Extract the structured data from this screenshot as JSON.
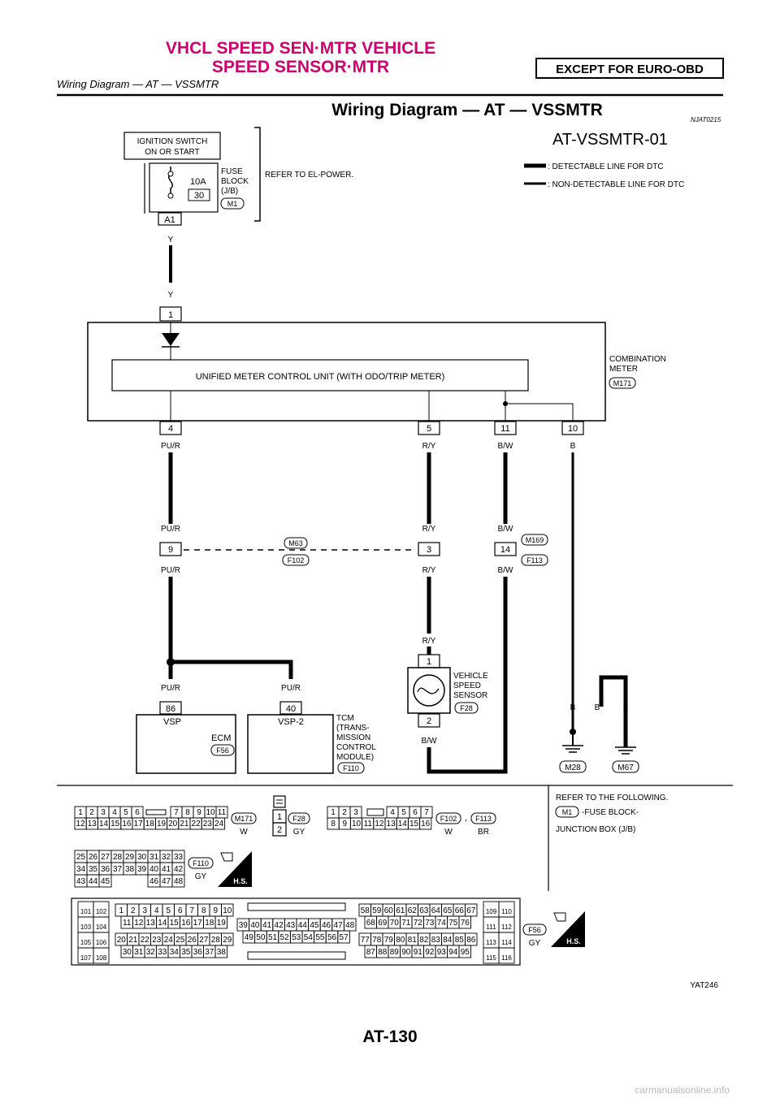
{
  "header": {
    "title_line1": "VHCL SPEED SEN·MTR VEHICLE",
    "title_line2": "SPEED SENSOR·MTR",
    "badge": "EXCEPT FOR EURO-OBD",
    "subtitle": "Wiring Diagram — AT — VSSMTR"
  },
  "section": {
    "title": "Wiring Diagram — AT — VSSMTR",
    "ref_code": "NJAT0215"
  },
  "diagram": {
    "id": "AT-VSSMTR-01",
    "legend": [
      ": DETECTABLE LINE FOR DTC",
      ": NON-DETECTABLE LINE FOR DTC"
    ],
    "ignition": [
      "IGNITION SWITCH",
      "ON OR START"
    ],
    "fuse": {
      "rating": "10A",
      "number": "30",
      "label": [
        "FUSE",
        "BLOCK",
        "(J/B)"
      ],
      "connector": "M1",
      "terminal": "A1"
    },
    "refer_power": "REFER TO EL-POWER.",
    "wire_y": "Y",
    "combination_meter": {
      "label": [
        "COMBINATION",
        "METER"
      ],
      "connector": "M171",
      "unit": "UNIFIED METER CONTROL UNIT (WITH ODO/TRIP METER)",
      "terminal_in": "1",
      "terminals_out": [
        "4",
        "5",
        "11",
        "10"
      ]
    },
    "wire_colors": {
      "pur": "PU/R",
      "ry": "R/Y",
      "bw": "B/W",
      "b": "B"
    },
    "joint_connectors": {
      "left_upper": "M63",
      "left_lower": "F102",
      "right_upper": "M169",
      "right_lower": "F113",
      "pins": [
        "9",
        "3",
        "14"
      ]
    },
    "vehicle_speed_sensor": {
      "label": [
        "VEHICLE",
        "SPEED",
        "SENSOR"
      ],
      "connector": "F28",
      "pins": [
        "1",
        "2"
      ]
    },
    "ecm": {
      "label": "ECM",
      "connector": "F56",
      "pin": "86",
      "signal": "VSP"
    },
    "tcm": {
      "label": [
        "TCM",
        "(TRANS-",
        "MISSION",
        "CONTROL",
        "MODULE)"
      ],
      "connector": "F110",
      "pin": "40",
      "signal": "VSP-2"
    },
    "grounds": [
      "M28",
      "M67"
    ],
    "image_code": "YAT246"
  },
  "connectors": {
    "m171": {
      "row1": [
        "1",
        "2",
        "3",
        "4",
        "5",
        "6",
        "7",
        "8",
        "9",
        "10",
        "11"
      ],
      "row2": [
        "12",
        "13",
        "14",
        "15",
        "16",
        "17",
        "18",
        "19",
        "20",
        "21",
        "22",
        "23",
        "24"
      ],
      "code": "M171",
      "color": "W"
    },
    "f28": {
      "pins": [
        "1",
        "2"
      ],
      "code": "F28",
      "color": "GY"
    },
    "f102": {
      "row1": [
        "1",
        "2",
        "3",
        "4",
        "5",
        "6",
        "7"
      ],
      "row2": [
        "8",
        "9",
        "10",
        "11",
        "12",
        "13",
        "14",
        "15",
        "16"
      ],
      "code1": "F102",
      "color1": "W",
      "sep": ",",
      "code2": "F113",
      "color2": "BR"
    },
    "f110": {
      "rows": [
        [
          "25",
          "26",
          "27",
          "28",
          "29",
          "30",
          "31",
          "32",
          "33"
        ],
        [
          "34",
          "35",
          "36",
          "37",
          "38",
          "39",
          "40",
          "41",
          "42"
        ],
        [
          "43",
          "44",
          "45",
          "",
          "",
          "",
          "46",
          "47",
          "48"
        ]
      ],
      "code": "F110",
      "color": "GY",
      "badge": "H.S."
    },
    "refer": {
      "title": "REFER TO THE FOLLOWING.",
      "code": "M1",
      "desc1": "-FUSE BLOCK-",
      "desc2": "JUNCTION BOX (J/B)"
    },
    "f56": {
      "left_pairs": [
        [
          "101",
          "102"
        ],
        [
          "103",
          "104"
        ],
        [
          "105",
          "106"
        ],
        [
          "107",
          "108"
        ]
      ],
      "right_pairs": [
        [
          "109",
          "110"
        ],
        [
          "111",
          "112"
        ],
        [
          "113",
          "114"
        ],
        [
          "115",
          "116"
        ]
      ],
      "a1": [
        "1",
        "2",
        "3",
        "4",
        "5",
        "6",
        "7",
        "8",
        "9",
        "10"
      ],
      "a2": [
        "11",
        "12",
        "13",
        "14",
        "15",
        "16",
        "17",
        "18",
        "19"
      ],
      "a3": [
        "20",
        "21",
        "22",
        "23",
        "24",
        "25",
        "26",
        "27",
        "28",
        "29"
      ],
      "a4": [
        "30",
        "31",
        "32",
        "33",
        "34",
        "35",
        "36",
        "37",
        "38"
      ],
      "b1": [
        "39",
        "40",
        "41",
        "42",
        "43",
        "44",
        "45",
        "46",
        "47",
        "48"
      ],
      "b2": [
        "49",
        "50",
        "51",
        "52",
        "53",
        "54",
        "55",
        "56",
        "57"
      ],
      "c1": [
        "58",
        "59",
        "60",
        "61",
        "62",
        "63",
        "64",
        "65",
        "66",
        "67"
      ],
      "c2": [
        "68",
        "69",
        "70",
        "71",
        "72",
        "73",
        "74",
        "75",
        "76"
      ],
      "c3": [
        "77",
        "78",
        "79",
        "80",
        "81",
        "82",
        "83",
        "84",
        "85",
        "86"
      ],
      "c4": [
        "87",
        "88",
        "89",
        "90",
        "91",
        "92",
        "93",
        "94",
        "95"
      ],
      "code": "F56",
      "color": "GY",
      "badge": "H.S."
    }
  },
  "footer": {
    "page": "AT-130",
    "watermark": "carmanualsonline.info"
  }
}
